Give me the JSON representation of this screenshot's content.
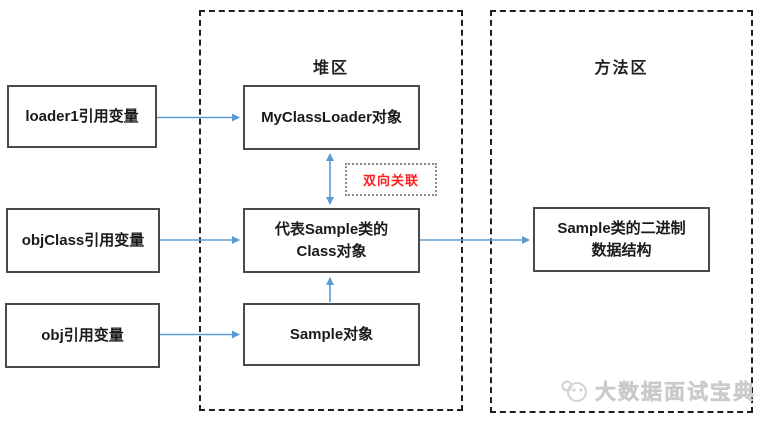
{
  "refs": [
    {
      "label": "loader1引用变量"
    },
    {
      "label": "objClass引用变量"
    },
    {
      "label": "obj引用变量"
    }
  ],
  "heap": {
    "title": "堆区",
    "classloader_box": "MyClassLoader对象",
    "class_box_line1": "代表Sample类的",
    "class_box_line2": "Class对象",
    "sample_box": "Sample对象"
  },
  "method_area": {
    "title": "方法区",
    "binary_box_line1": "Sample类的二进制",
    "binary_box_line2": "数据结构"
  },
  "relation": {
    "label": "双向关联"
  },
  "watermark": {
    "text": "大数据面试宝典"
  },
  "colors": {
    "arrow": "#5B9BD5",
    "relation_text": "#FF2222",
    "box_border": "#4a4a4a",
    "container_border": "#1f1f1f",
    "watermark": "#d3d3d3"
  }
}
